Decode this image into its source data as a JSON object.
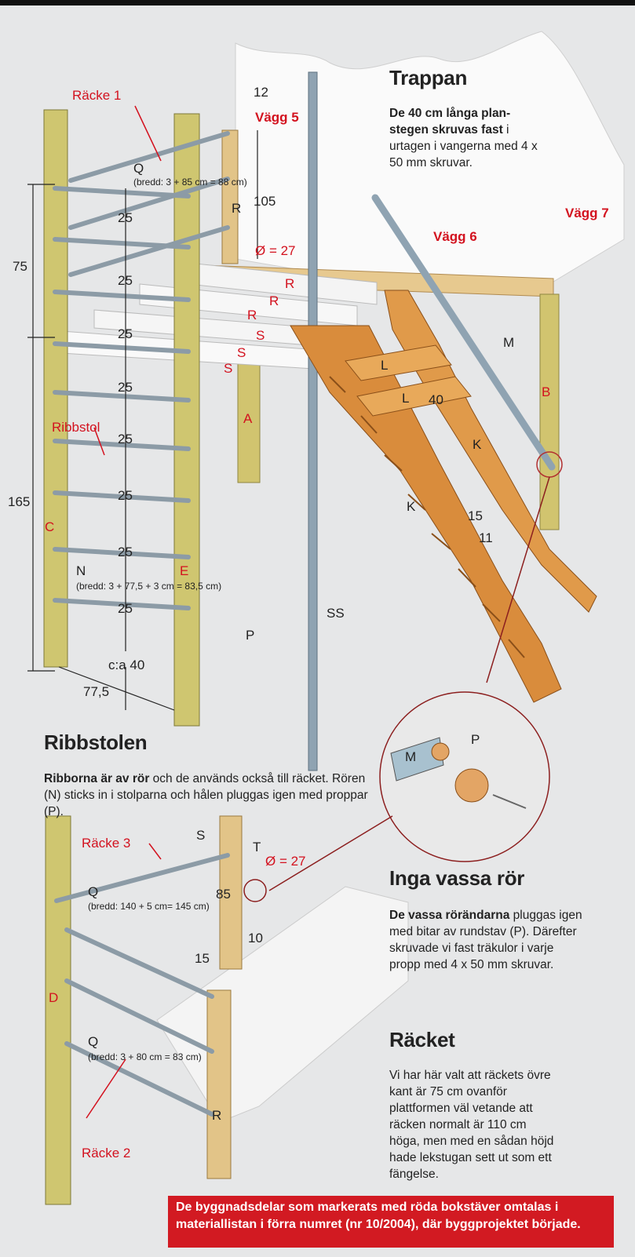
{
  "trappan": {
    "heading": "Trappan",
    "body_bold": "De 40 cm långa plan-stegen skruvas fast",
    "body_rest": " i urtagen i vangerna med 4 x 50 mm skruvar."
  },
  "ribbstolen": {
    "heading": "Ribbstolen",
    "body_bold": "Ribborna är av rör",
    "body_rest": " och de används också till räcket. Rören (N) sticks in i stolparna och hålen pluggas igen med proppar (P)."
  },
  "inga_vassa": {
    "heading": "Inga vassa rör",
    "body_bold": "De vassa rörändarna",
    "body_rest": " pluggas igen med bitar av rundstav (P). Därefter skruvade vi fast träkulor i varje propp med 4 x 50 mm skruvar."
  },
  "racket": {
    "heading": "Räcket",
    "body": "Vi har här valt att räckets övre kant är 75 cm ovanför plattformen väl vetande att räcken normalt är 110 cm höga, men med en sådan höjd hade lekstugan sett ut som ett fängelse."
  },
  "note": "De byggnadsdelar som markerats med röda bokstäver omtalas i materiallistan i förra numret (nr 10/2004), där byggprojektet började.",
  "labels_red": {
    "racke1": "Räcke 1",
    "vagg5": "Vägg 5",
    "vagg6": "Vägg 6",
    "vagg7": "Vägg 7",
    "dia27a": "Ø = 27",
    "dia27b": "Ø = 27",
    "ribbstol": "Ribbstol",
    "racke3": "Räcke 3",
    "racke2": "Räcke 2",
    "r1": "R",
    "r2": "R",
    "r3": "R",
    "s1": "S",
    "s2": "S",
    "s3": "S",
    "a": "A",
    "b": "B",
    "c": "C",
    "d": "D",
    "e": "E"
  },
  "labels_black": {
    "q1": "Q",
    "q2": "Q",
    "q3": "Q",
    "q1_width": "(bredd: 3 + 85 cm = 88 cm)",
    "q2_width": "(bredd: 140 + 5 cm= 145 cm)",
    "q3_width": "(bredd: 3 + 80 cm = 83 cm)",
    "n": "N",
    "n_width": "(bredd: 3 + 77,5 + 3 cm = 83,5 cm)",
    "r_post": "R",
    "r_low": "R",
    "p1": "P",
    "p2": "P",
    "m1": "M",
    "m2": "M",
    "l1": "L",
    "l2": "L",
    "k1": "K",
    "k2": "K",
    "ss": "SS",
    "s_b": "S",
    "t": "T"
  },
  "dimensions": {
    "d12": "12",
    "d105": "105",
    "d75": "75",
    "d165": "165",
    "d25_1": "25",
    "d25_2": "25",
    "d25_3": "25",
    "d25_4": "25",
    "d25_5": "25",
    "d25_6": "25",
    "d25_7": "25",
    "d25_8": "25",
    "d40": "40",
    "d15a": "15",
    "d11": "11",
    "dca40": "c:a 40",
    "d775": "77,5",
    "d85": "85",
    "d10": "10",
    "d15b": "15"
  },
  "colors": {
    "background": "#e6e7e8",
    "accent_red": "#d3121f",
    "note_bg": "#d21a22",
    "wood_post": "#c9c46a",
    "stair_wood": "#d98c3c",
    "pipe": "#8a9aa6",
    "wall_white": "#fafafa"
  }
}
